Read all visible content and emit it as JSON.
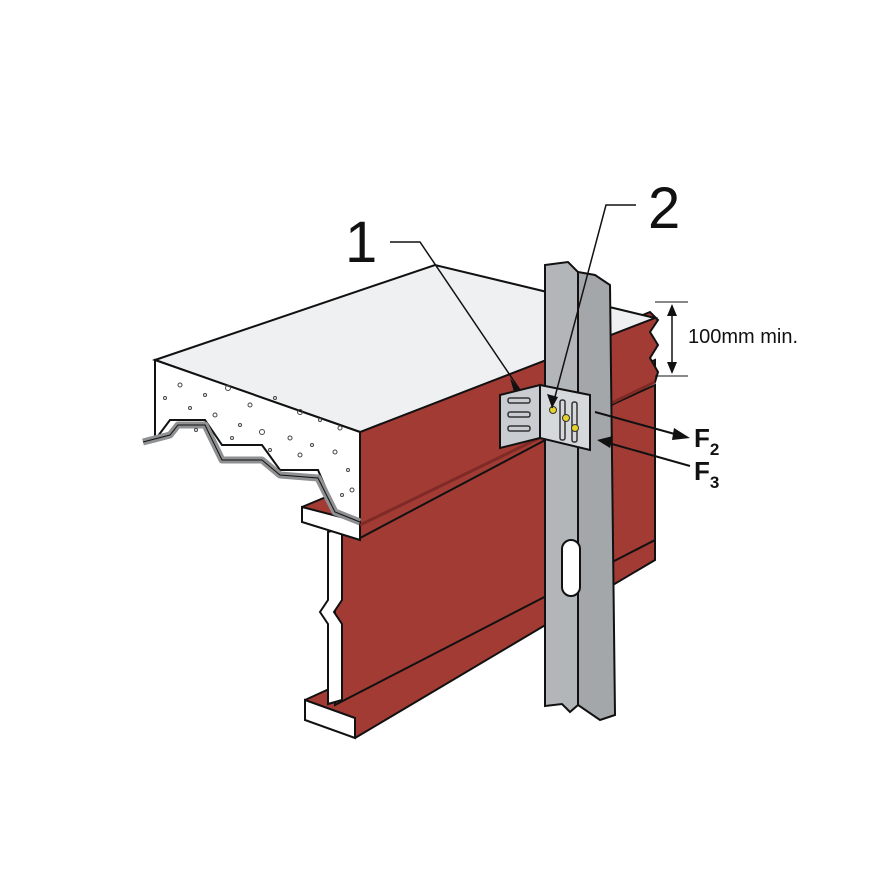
{
  "callouts": {
    "one": "1",
    "two": "2"
  },
  "dimension": {
    "text": "100mm min."
  },
  "forces": {
    "f2": {
      "letter": "F",
      "subscript": "2"
    },
    "f3": {
      "letter": "F",
      "subscript": "3"
    }
  },
  "colors": {
    "steel_beam": "#a33b35",
    "beam_shadow": "#7f2a25",
    "concrete_top": "#eef0f1",
    "concrete_side": "#ffffff",
    "deck": "#8e9092",
    "stud": "#b3b6b9",
    "clip": "#c9ccd0",
    "screw": "#e6d22a"
  }
}
